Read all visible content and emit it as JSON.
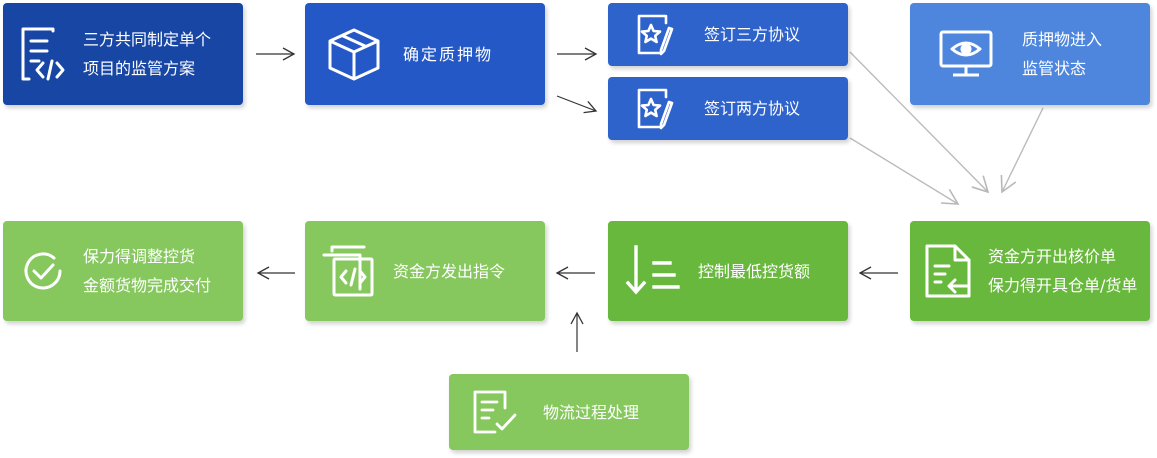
{
  "colors": {
    "dark_blue": "#1746a5",
    "mid_blue": "#2458c6",
    "blue": "#2f63cc",
    "light_blue": "#4e86de",
    "light_green": "#86c85e",
    "green": "#69b83e",
    "arrow": "#333333",
    "connector": "#bbbbbb"
  },
  "steps": {
    "plan": {
      "line1": "三方共同制定单个",
      "line2": "项目的监管方案",
      "icon": "document-code-icon"
    },
    "confirm": {
      "label": "确定质押物",
      "icon": "box-icon"
    },
    "sign_three": {
      "label": "签订三方协议",
      "icon": "star-document-icon"
    },
    "sign_two": {
      "label": "签订两方协议",
      "icon": "star-document-icon"
    },
    "supervise": {
      "line1": "质押物进入",
      "line2": "监管状态",
      "icon": "monitor-eye-icon"
    },
    "issue": {
      "line1": "资金方开出核价单",
      "line2": "保力得开具仓单/货单",
      "icon": "document-return-icon"
    },
    "control": {
      "label": "控制最低控货额",
      "icon": "sort-descending-icon"
    },
    "instruct": {
      "label": "资金方发出指令",
      "icon": "code-windows-icon"
    },
    "deliver": {
      "line1": "保力得调整控货",
      "line2": "金额货物完成交付",
      "icon": "check-circle-icon"
    },
    "logistics": {
      "label": "物流过程处理",
      "icon": "document-check-icon"
    }
  }
}
